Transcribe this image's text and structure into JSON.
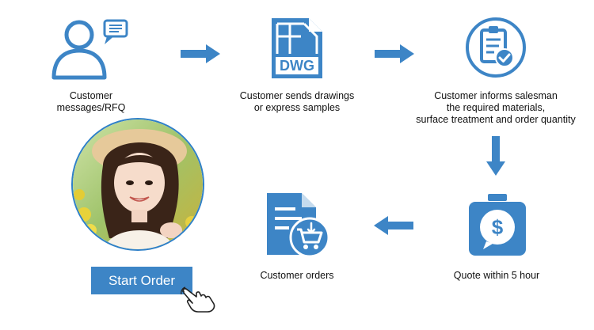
{
  "accent_color": "#3d85c6",
  "steps": [
    {
      "icon": "customer-message-icon",
      "caption_lines": [
        "Customer",
        "messages/RFQ"
      ]
    },
    {
      "icon": "dwg-file-icon",
      "icon_text": "DWG",
      "caption_lines": [
        "Customer sends drawings",
        "or express samples"
      ]
    },
    {
      "icon": "clipboard-check-icon",
      "caption_lines": [
        "Customer informs salesman",
        "the required materials,",
        "surface treatment and order quantity"
      ]
    },
    {
      "icon": "quote-dollar-icon",
      "icon_text": "$",
      "caption_lines": [
        "Quote within 5 hour"
      ]
    },
    {
      "icon": "order-cart-icon",
      "caption_lines": [
        "Customer orders"
      ]
    }
  ],
  "cta": {
    "label": "Start Order",
    "icon": "pointing-hand-icon"
  },
  "photo": {
    "icon": "customer-portrait-photo"
  }
}
